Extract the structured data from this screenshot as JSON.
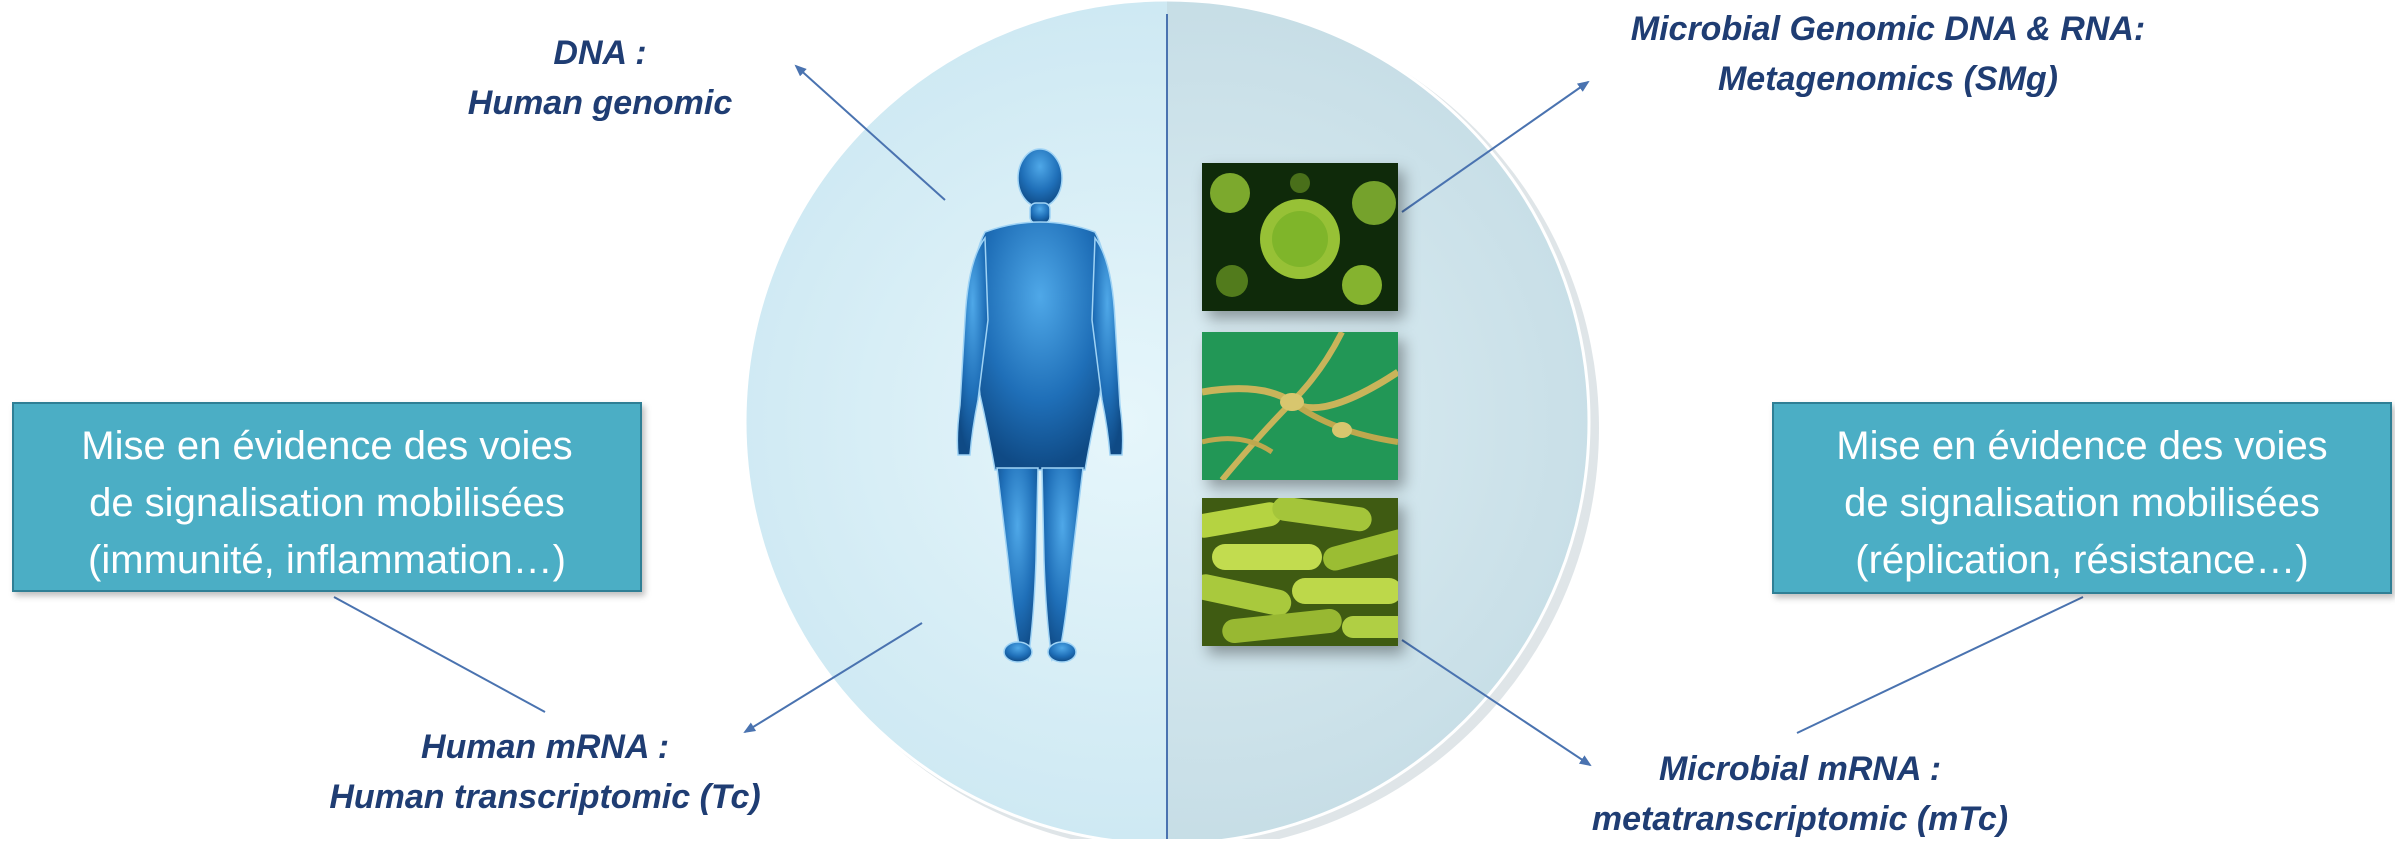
{
  "labels": {
    "dna_human": {
      "line1": "DNA :",
      "line2": "Human genomic"
    },
    "microbial_dna": {
      "line1": "Microbial Genomic DNA & RNA:",
      "line2": "Metagenomics (SMg)"
    },
    "human_mrna": {
      "line1": "Human mRNA :",
      "line2": "Human transcriptomic (Tc)"
    },
    "microbial_mrna": {
      "line1": "Microbial mRNA :",
      "line2": "metatranscriptomic (mTc)"
    }
  },
  "boxes": {
    "left": {
      "line1": "Mise en évidence des voies",
      "line2": "de signalisation mobilisées",
      "line3": "(immunité, inflammation…)"
    },
    "right": {
      "line1": "Mise en évidence des voies",
      "line2": "de signalisation mobilisées",
      "line3": "(réplication, résistance…)"
    }
  },
  "images": [
    "human-body-figure",
    "virus-image",
    "fungi-image",
    "bacteria-image"
  ],
  "colors": {
    "label_text": "#1f3d73",
    "box_fill": "#4baec5",
    "arrow": "#4a73b0",
    "circle_left": "#d6eef7",
    "circle_right": "#cfe3ea"
  }
}
